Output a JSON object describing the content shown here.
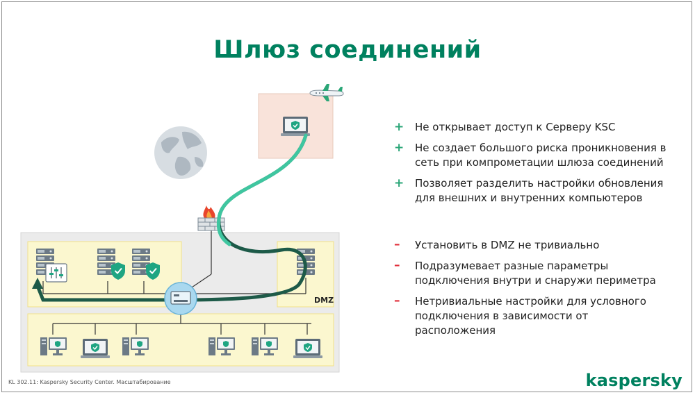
{
  "slide": {
    "title": "Шлюз соединений",
    "footer": "KL 302.11: Kaspersky Security Center. Масштабирование",
    "logo": "kaspersky"
  },
  "diagram": {
    "dmz_label": "DMZ",
    "colors": {
      "accent": "#00815f",
      "curve": "#3fc6a0",
      "curve_dark": "#1d5a48",
      "zone_fill": "#fbf7cf",
      "zone_border": "#f0e08a",
      "remote_fill": "#f9e3da",
      "firewall": "#e8452c"
    },
    "icons": [
      "airplane-icon",
      "globe-icon",
      "firewall-icon",
      "laptop-shield-icon",
      "server-icon",
      "server-shield-icon",
      "settings-sliders-icon",
      "gateway-hub-icon",
      "workstation-icon"
    ]
  },
  "advantages": [
    {
      "mark": "+",
      "text": "Не открывает доступ к Серверу KSC"
    },
    {
      "mark": "+",
      "text": "Не создает большого риска проникновения в сеть при компрометации шлюза соединений"
    },
    {
      "mark": "+",
      "text": "Позволяет разделить настройки обновления для внешних и внутренних компьютеров"
    }
  ],
  "disadvantages": [
    {
      "mark": "–",
      "text": "Установить в DMZ не тривиально"
    },
    {
      "mark": "–",
      "text": "Подразумевает разные параметры подключения внутри и снаружи периметра"
    },
    {
      "mark": "–",
      "text": "Нетривиальные настройки для условного подключения в зависимости от расположения"
    }
  ]
}
